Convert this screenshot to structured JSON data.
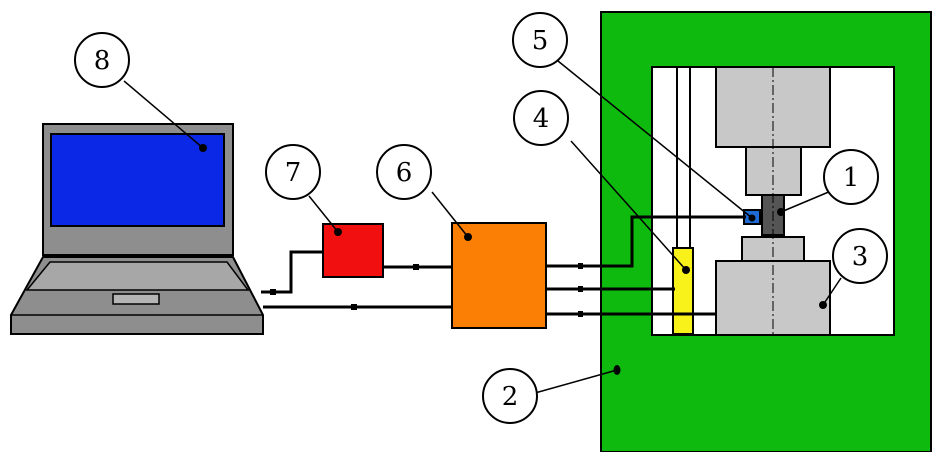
{
  "colors": {
    "frame_green": "#0fba0f",
    "frame_inner": "#ffffff",
    "screen_blue": "#0a28e6",
    "unit7_red": "#f20f0f",
    "unit6_orange": "#fb7f05",
    "sensor4_yellow": "#f9f21a",
    "sensor5_blue": "#1e6bd6",
    "grip_gray": "#c8c8c8",
    "specimen_dark": "#555555",
    "laptop_gray": "#8e8e8e",
    "line_black": "#000000"
  },
  "labels": {
    "c1": "1",
    "c2": "2",
    "c3": "3",
    "c4": "4",
    "c5": "5",
    "c6": "6",
    "c7": "7",
    "c8": "8"
  }
}
